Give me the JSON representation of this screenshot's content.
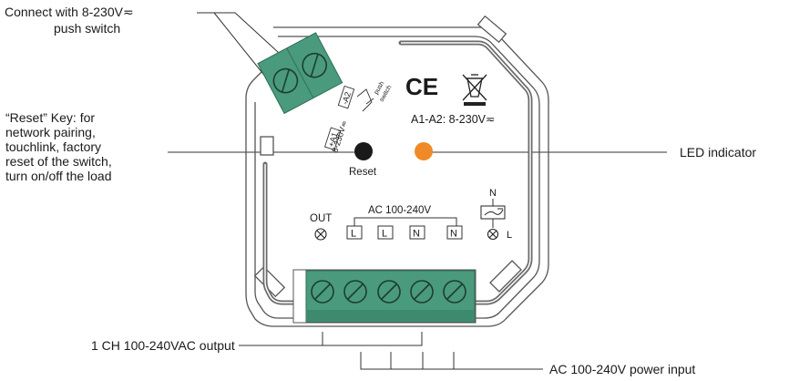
{
  "callouts": {
    "connect_line1": "Connect with 8-230V≂",
    "connect_line2": "push switch",
    "reset_desc": [
      "“Reset” Key: for",
      "network pairing,",
      "touchlink, factory",
      "reset of the switch,",
      "turn on/off the load"
    ],
    "led_indicator": "LED indicator",
    "output_label": "1 CH 100-240VAC output",
    "power_label": "AC 100-240V power input"
  },
  "device": {
    "reset_label": "Reset",
    "a1a2_spec": "A1-A2: 8-230V≂",
    "ce_mark": "CE",
    "terminal_a1": "+A1",
    "terminal_a2": "-A2",
    "switch_voltage": "8-230V≂",
    "push_switch_line1": "push",
    "push_switch_line2": "switch",
    "out_label": "OUT",
    "ac_label": "AC 100-240V",
    "terminals": [
      "L",
      "L",
      "N",
      "N"
    ],
    "load_n": "N",
    "load_l": "L"
  },
  "colors": {
    "terminal_green": "#4a9a7e",
    "terminal_dark": "#3e8a6e",
    "led_orange": "#f08a28",
    "reset_black": "#1a1a1a",
    "body_outline": "#555555",
    "groove": "#6b6b6b"
  },
  "icons": [
    "screw-icon",
    "ce-mark-icon",
    "weee-bin-icon",
    "lamp-cross-icon",
    "dimmer-load-icon",
    "push-switch-icon"
  ]
}
